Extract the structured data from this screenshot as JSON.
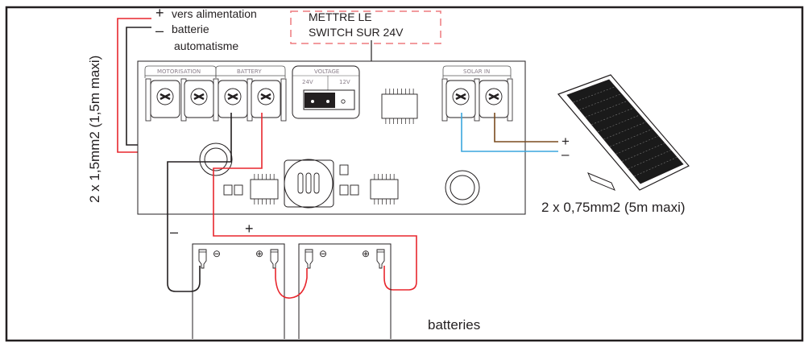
{
  "diagram": {
    "title": "Solar charge controller wiring",
    "labels": {
      "power_plus": "vers alimentation",
      "power_minus_line1": "batterie",
      "power_minus_line2": "automatisme",
      "plus_sign": "+",
      "minus_sign": "–",
      "switch_note_line1": "METTRE LE",
      "switch_note_line2": "SWITCH SUR 24V",
      "left_cable_spec": "2 x 1,5mm2 (1,5m maxi)",
      "solar_cable_spec": "2 x 0,75mm2 (5m maxi)",
      "batteries": "batteries",
      "battery_neg_wire": "–",
      "battery_pos_wire": "+",
      "solar_plus": "+",
      "solar_minus": "–"
    },
    "board": {
      "sections": {
        "motorisation": "MOTORISATION",
        "battery": "BATTERY",
        "voltage": "VOLTAGE",
        "solar_in": "SOLAR IN"
      },
      "voltage_options": [
        "24V",
        "12V"
      ],
      "selected_voltage": "24V"
    },
    "battery_terminals": {
      "negative_symbol": "⊖",
      "positive_symbol": "⊕"
    },
    "colors": {
      "positive_wire": "#e8262d",
      "negative_wire": "#231f20",
      "solar_positive_wire": "#7a4b1e",
      "solar_negative_wire": "#3aa6dd",
      "note_border": "#ee7a7f",
      "outline": "#231f20"
    }
  }
}
